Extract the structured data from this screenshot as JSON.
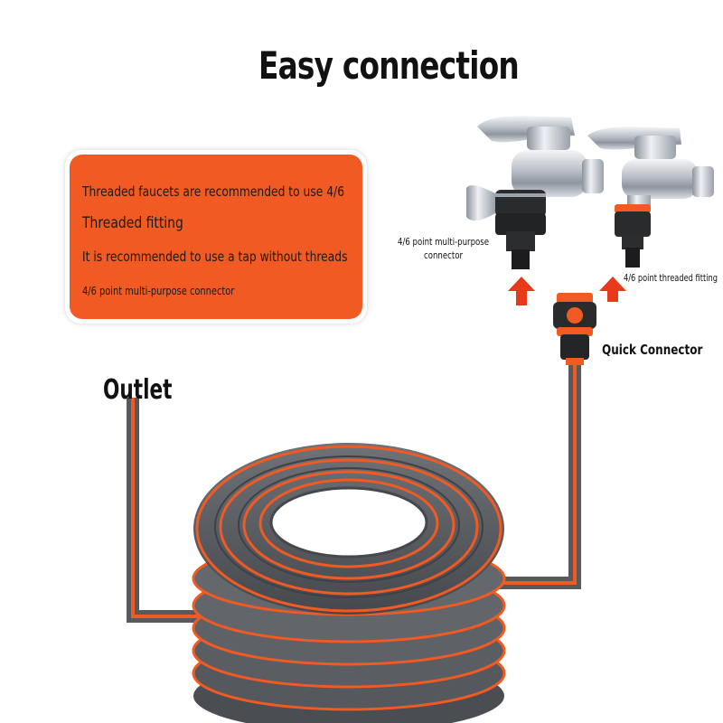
{
  "title": "Easy connection",
  "info_box": {
    "line1": "Threaded faucets are recommended to use 4/6",
    "line2": "Threaded fitting",
    "line3": "It is recommended to use a tap without threads",
    "line4": "4/6 point multi-purpose connector"
  },
  "labels": {
    "outlet": "Outlet",
    "quick_connector": "Quick Connector",
    "multi_purpose_line1": "4/6 point multi-purpose",
    "multi_purpose_line2": "connector",
    "threaded_fitting": "4/6 point threaded fitting"
  },
  "colors": {
    "accent_orange": "#f15a22",
    "hose_gray": "#5e6166",
    "chrome": "#c9ced4",
    "arrow_red": "#e8391b"
  }
}
